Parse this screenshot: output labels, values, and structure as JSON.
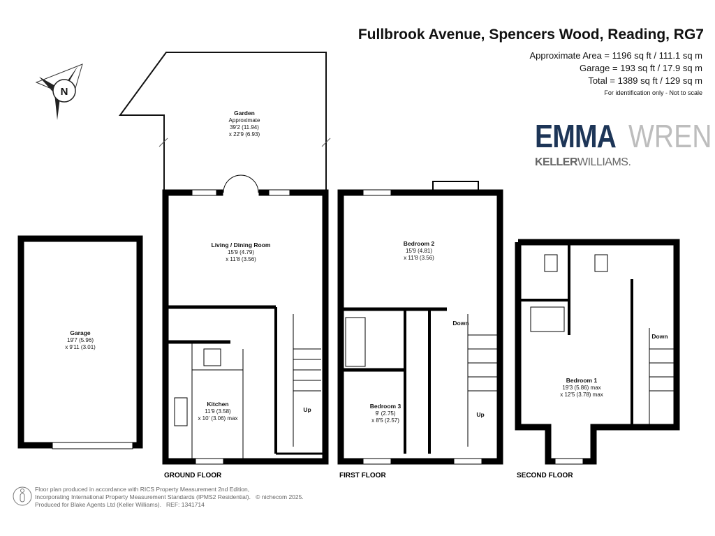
{
  "header": {
    "title": "Fullbrook Avenue, Spencers Wood, Reading, RG7",
    "area_lines": [
      "Approximate Area = 1196 sq ft / 111.1 sq m",
      "Garage = 193 sq ft / 17.9 sq m",
      "Total = 1389 sq ft / 129 sq m"
    ],
    "note": "For identification only - Not to scale"
  },
  "brand": {
    "name_primary": "EMMA",
    "name_secondary": "WREN",
    "sub_bold": "KELLER",
    "sub_light": "WILLIAMS.",
    "primary_color": "#1d3557",
    "secondary_color": "#bdbdbd"
  },
  "compass": {
    "letter": "N",
    "icon": "compass-icon"
  },
  "rooms": {
    "garden": {
      "name": "Garden",
      "l1": "Approximate",
      "l2": "39'2 (11.94)",
      "l3": "x 22'9 (6.93)"
    },
    "living": {
      "name": "Living / Dining Room",
      "l1": "15'9 (4.79)",
      "l2": "x 11'8 (3.56)"
    },
    "garage": {
      "name": "Garage",
      "l1": "19'7 (5.96)",
      "l2": "x 9'11 (3.01)"
    },
    "kitchen": {
      "name": "Kitchen",
      "l1": "11'9 (3.58)",
      "l2": "x 10' (3.06) max"
    },
    "bedroom2": {
      "name": "Bedroom 2",
      "l1": "15'9 (4.81)",
      "l2": "x 11'8 (3.56)"
    },
    "bedroom3": {
      "name": "Bedroom 3",
      "l1": "9' (2.75)",
      "l2": "x 8'5 (2.57)"
    },
    "bedroom1": {
      "name": "Bedroom 1",
      "l1": "19'3 (5.86) max",
      "l2": "x 12'5 (3.78) max"
    }
  },
  "stairs": {
    "ground": "Up",
    "first_down": "Down",
    "first_up": "Up",
    "second_down": "Down"
  },
  "floors": {
    "ground": "GROUND FLOOR",
    "first": "FIRST FLOOR",
    "second": "SECOND FLOOR"
  },
  "footer": {
    "line1": "Floor plan produced in accordance with RICS Property Measurement 2nd Edition,",
    "line2": "Incorporating International Property Measurement Standards (IPMS2 Residential).",
    "copyright": "© nichecom 2025.",
    "line3": "Produced for Blake Agents Ltd (Keller Williams).",
    "ref": "REF: 1341714"
  }
}
